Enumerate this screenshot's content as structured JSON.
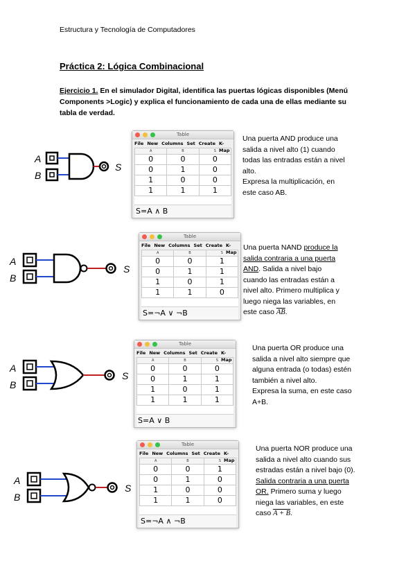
{
  "header": "Estructura y Tecnología de Computadores",
  "title": "Práctica 2: Lógica Combinacional",
  "exercise": {
    "label": "Ejercicio 1.",
    "text": " En el simulador Digital, identifica las puertas lógicas disponibles (Menú Components >Logic) y explica el funcionamiento de cada una de ellas mediante su tabla de verdad."
  },
  "window": {
    "title": "Table",
    "menu": [
      "File",
      "New",
      "Columns",
      "Set",
      "Create",
      "K-Map"
    ],
    "columns": [
      "A",
      "B",
      "S"
    ]
  },
  "gate_labels": {
    "a": "A",
    "b": "B",
    "s": "S"
  },
  "gates": [
    {
      "type": "AND",
      "rows": [
        [
          "0",
          "0",
          "0"
        ],
        [
          "0",
          "1",
          "0"
        ],
        [
          "1",
          "0",
          "0"
        ],
        [
          "1",
          "1",
          "1"
        ]
      ],
      "expression": "S=A ∧ B",
      "description": {
        "l1": "Una puerta AND produce una salida a nivel alto (1) cuando todas las entradas están a nivel alto.",
        "l2": "Expresa la multiplicación, en este caso AB."
      }
    },
    {
      "type": "NAND",
      "rows": [
        [
          "0",
          "0",
          "1"
        ],
        [
          "0",
          "1",
          "1"
        ],
        [
          "1",
          "0",
          "1"
        ],
        [
          "1",
          "1",
          "0"
        ]
      ],
      "expression": "S=¬A ∨ ¬B",
      "description": {
        "pre": "Una puerta NAND ",
        "underline": "produce la salida contraria a una puerta AND",
        "post": ". Salida a nivel bajo cuando las entradas están a nivel alto. Primero multiplica y luego niega las variables, en este caso ",
        "overline": "AB",
        "end": "."
      }
    },
    {
      "type": "OR",
      "rows": [
        [
          "0",
          "0",
          "0"
        ],
        [
          "0",
          "1",
          "1"
        ],
        [
          "1",
          "0",
          "1"
        ],
        [
          "1",
          "1",
          "1"
        ]
      ],
      "expression": "S=A ∨ B",
      "description": {
        "l1": "Una puerta OR produce una salida a nivel alto siempre que alguna entrada (o todas) estén también a nivel alto.",
        "l2": "Expresa la suma, en este caso A+B."
      }
    },
    {
      "type": "NOR",
      "rows": [
        [
          "0",
          "0",
          "1"
        ],
        [
          "0",
          "1",
          "0"
        ],
        [
          "1",
          "0",
          "0"
        ],
        [
          "1",
          "1",
          "0"
        ]
      ],
      "expression": "S=¬A ∧ ¬B",
      "description": {
        "pre": "Una puerta NOR produce una salida a nivel alto cuando sus estradas están a nivel bajo (0). ",
        "underline": "Salida contraria a una puerta OR.",
        "post": " Primero suma y luego niega las variables, en este caso ",
        "overline": "A + B",
        "end": "."
      }
    }
  ]
}
